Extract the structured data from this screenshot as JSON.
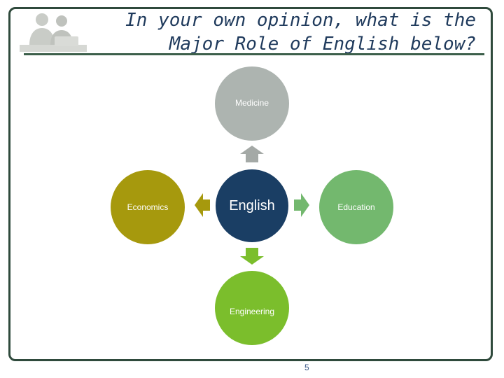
{
  "slide": {
    "title_line1": "In your own opinion, what is the",
    "title_line2": "Major Role of English below?",
    "page_number": "5"
  },
  "diagram": {
    "center": {
      "label": "English",
      "color": "#1a3e64"
    },
    "nodes": {
      "top": {
        "label": "Medicine",
        "color": "#adb4b0",
        "arrow_color": "#a4a9a6"
      },
      "left": {
        "label": "Economics",
        "color": "#a6990d",
        "arrow_color": "#a6990d"
      },
      "right": {
        "label": "Education",
        "color": "#73b86e",
        "arrow_color": "#73b86e"
      },
      "bottom": {
        "label": "Engineering",
        "color": "#7bbe2c",
        "arrow_color": "#7bbe2c"
      }
    }
  },
  "colors": {
    "frame": "#2f4a3c",
    "title": "#1f3a5c",
    "rule": "#3c5f4a",
    "logo": "#c9ccc7"
  }
}
